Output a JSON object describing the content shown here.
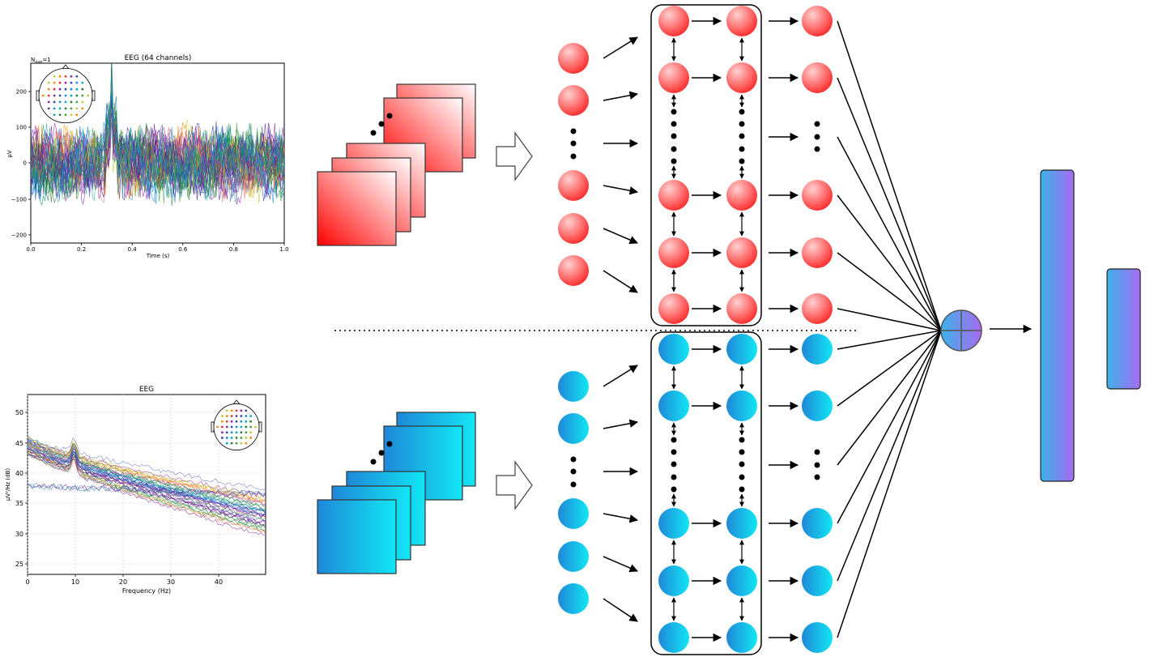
{
  "eeg_time_plot": {
    "title": "EEG (64 channels)",
    "nave_label": "N",
    "nave_sub": "ave",
    "nave_value": "=1",
    "ylabel": "µV",
    "xlabel": "Time (s)",
    "xticks": [
      "0.0",
      "0.2",
      "0.4",
      "0.6",
      "0.8",
      "1.0"
    ],
    "yticks": [
      "200",
      "100",
      "0",
      "−100",
      "−200"
    ]
  },
  "eeg_psd_plot": {
    "title": "EEG",
    "ylabel": "µV²/Hz (dB)",
    "xlabel": "Frequency (Hz)",
    "xticks": [
      "0",
      "10",
      "20",
      "30",
      "40"
    ],
    "yticks": [
      "50",
      "45",
      "40",
      "35",
      "30",
      "25"
    ]
  },
  "colors": {
    "red_branch": "#ff2a2a",
    "red_highlight": "#ffd0d0",
    "blue_branch": "#1f88d8",
    "cyan_branch": "#12e6f4",
    "fusion_purple": "#a86af2",
    "fusion_blue": "#3cb2e8"
  },
  "icons": {
    "arrow": "block-right-arrow",
    "fusion": "circle-plus-icon"
  }
}
